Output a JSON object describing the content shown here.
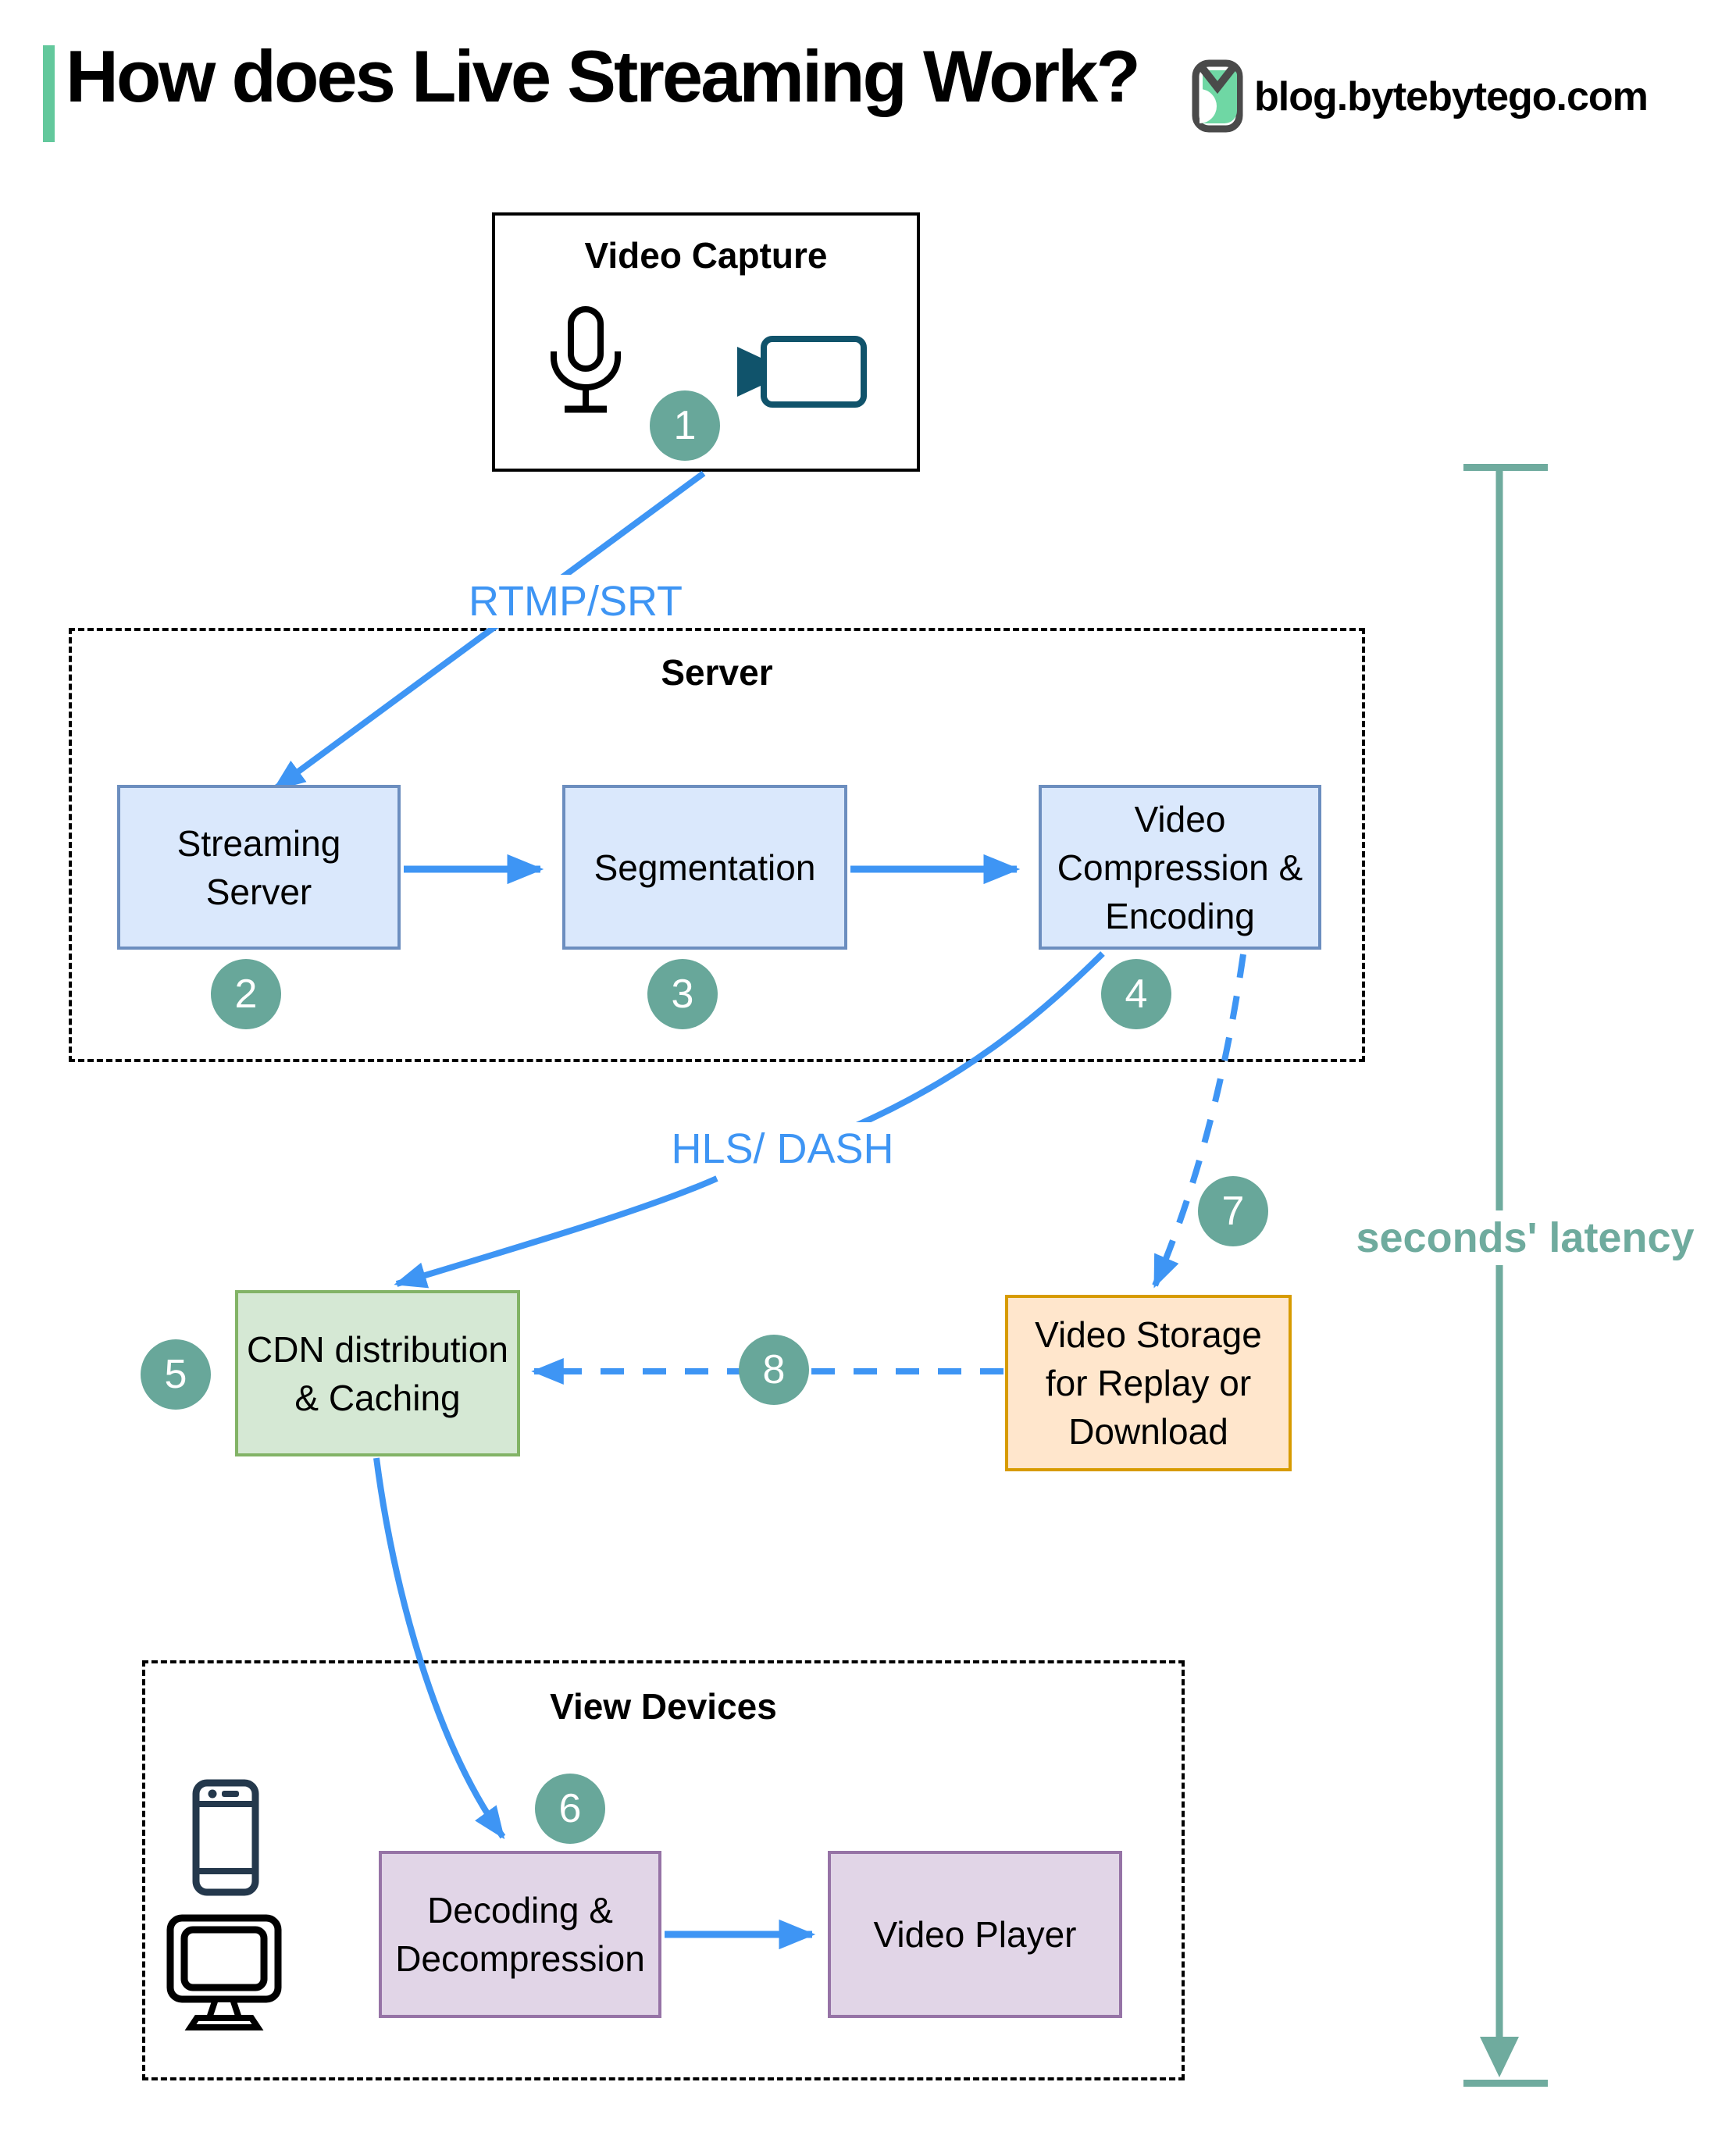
{
  "header": {
    "title": "How does Live Streaming Work?",
    "site": "blog.bytebytego.com"
  },
  "groups": {
    "capture": {
      "title": "Video Capture"
    },
    "server": {
      "title": "Server"
    },
    "devices": {
      "title": "View Devices"
    }
  },
  "nodes": {
    "streaming": {
      "lines": [
        "Streaming",
        "Server"
      ]
    },
    "segmentation": {
      "lines": [
        "Segmentation"
      ]
    },
    "compression": {
      "lines": [
        "Video",
        "Compression &",
        "Encoding"
      ]
    },
    "cdn": {
      "lines": [
        "CDN distribution",
        "& Caching"
      ]
    },
    "storage": {
      "lines": [
        "Video Storage",
        "for Replay or",
        "Download"
      ]
    },
    "decoding": {
      "lines": [
        "Decoding &",
        "Decompression"
      ]
    },
    "player": {
      "lines": [
        "Video Player"
      ]
    }
  },
  "edge_labels": {
    "rtmp": "RTMP/SRT",
    "hls_line1": "HLS/",
    "hls_line2": "DASH"
  },
  "steps": {
    "s1": "1",
    "s2": "2",
    "s3": "3",
    "s4": "4",
    "s5": "5",
    "s6": "6",
    "s7": "7",
    "s8": "8"
  },
  "latency": {
    "label": "seconds' latency"
  },
  "icons": [
    "microphone-icon",
    "video-camera-icon",
    "smartphone-icon",
    "monitor-icon",
    "bytebytego-logo"
  ],
  "colors": {
    "accent_green": "#63c89c",
    "arrow_blue": "#3e95f4",
    "step_teal": "#68a79a",
    "latency_teal": "#6fab9e",
    "box_blue_fill": "#dae8fc",
    "box_blue_stroke": "#6c8ebf",
    "box_green_fill": "#d5e8d4",
    "box_green_stroke": "#82b366",
    "box_orange_fill": "#ffe6cc",
    "box_orange_stroke": "#d79b00",
    "box_purple_fill": "#e1d5e7",
    "box_purple_stroke": "#9673a6",
    "camera_teal": "#10536b",
    "phone_navy": "#24384c"
  }
}
